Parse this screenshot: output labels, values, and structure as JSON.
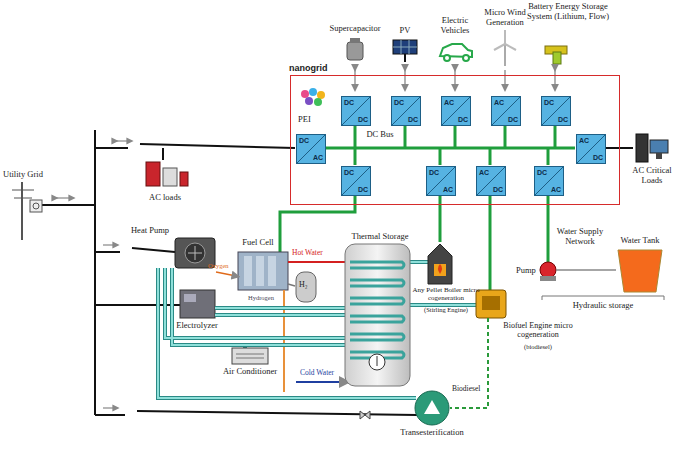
{
  "diagram": {
    "nodes": [
      {
        "text": [
          "nanogrid"
        ]
      },
      {
        "text": [
          "DC",
          "DC"
        ],
        "in": 0
      },
      {
        "text": [
          "DC",
          "DC"
        ],
        "in": 0
      },
      {
        "text": [
          "AC",
          "DC"
        ],
        "in": 0
      },
      {
        "text": [
          "AC",
          "DC"
        ],
        "in": 0
      },
      {
        "text": [
          "DC",
          "DC"
        ],
        "in": 0
      },
      {
        "text": [
          "DC",
          "AC"
        ],
        "in": 0
      },
      {
        "text": [
          "AC",
          "DC"
        ],
        "in": 0
      },
      {
        "text": [
          "DC",
          "DC"
        ],
        "in": 0
      },
      {
        "text": [
          "DC",
          "AC"
        ],
        "in": 0
      },
      {
        "text": [
          "AC",
          "DC"
        ],
        "in": 0
      },
      {
        "text": [
          "DC",
          "AC"
        ],
        "in": 0
      }
    ],
    "labels": [
      "Supercapacitor",
      "PV",
      "Electric Vehicles",
      "Micro Wind Generation",
      "Battery Energy Storage System (Lithium, Flow)",
      "PEI",
      "DC Bus",
      "AC Critical Loads",
      "Utility Grid",
      "AC loads",
      "Heat Pump",
      "Fuel Cell",
      "Oxygen",
      "Hydrogen",
      "Hot Water",
      "H₂",
      "Electrolyzer",
      "Thermal Storage",
      "Any Pellet Boiler micro cogeneration",
      "(Stirling Engine)",
      "Water Supply Network",
      "Water Tank",
      "Pump",
      "Hydraulic storage",
      "Biofuel Engine micro cogeneration",
      "(biodiesel)",
      "Air Conditioner",
      "Cold Water",
      "Biodiesel",
      "Transesterification"
    ]
  }
}
